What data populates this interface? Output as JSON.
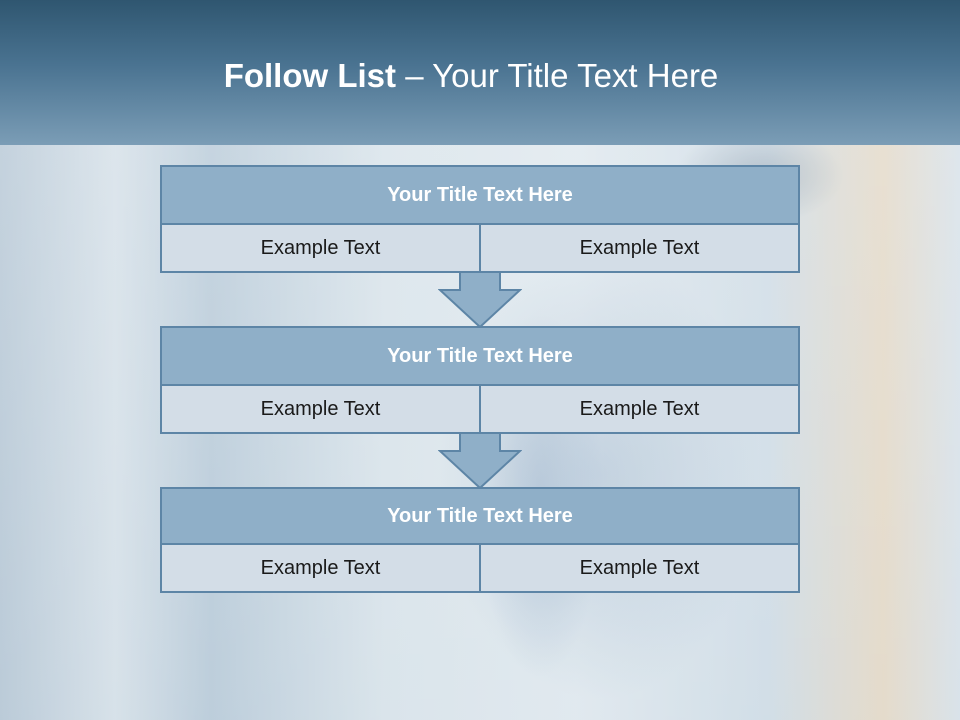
{
  "slide": {
    "title_bold": "Follow List",
    "title_rest": " – Your Title Text Here"
  },
  "steps": [
    {
      "title": "Your Title Text Here",
      "cells": [
        "Example Text",
        "Example Text"
      ]
    },
    {
      "title": "Your Title Text Here",
      "cells": [
        "Example Text",
        "Example Text"
      ]
    },
    {
      "title": "Your Title Text Here",
      "cells": [
        "Example Text",
        "Example Text"
      ]
    }
  ],
  "colors": {
    "header": "#3d6583",
    "step_title_fill": "#8fafc8",
    "step_row_fill": "#d3dde7",
    "border": "#5d85a6"
  },
  "icons": [
    "down-arrow-icon",
    "down-arrow-icon"
  ]
}
